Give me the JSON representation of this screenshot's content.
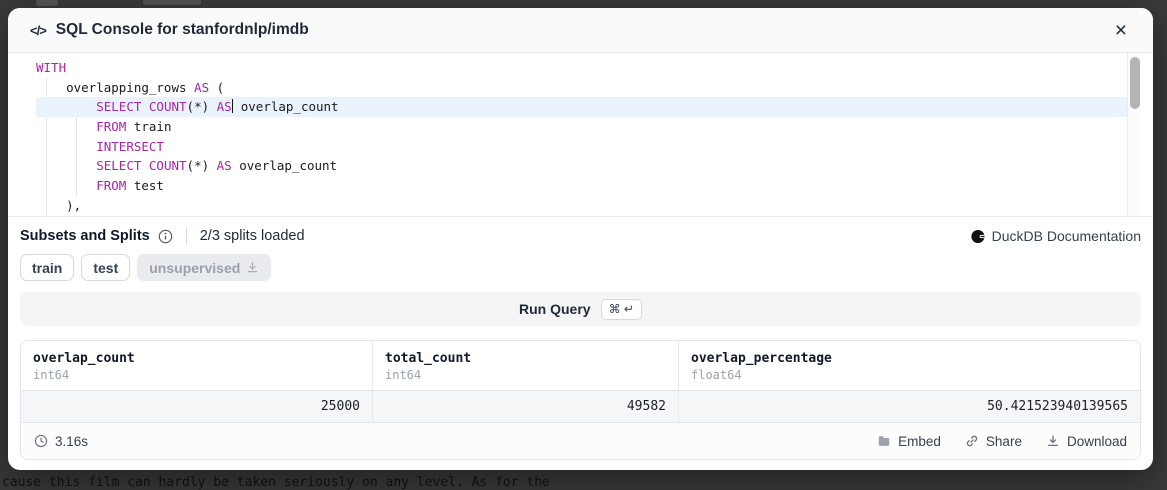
{
  "modal": {
    "title": "SQL Console for stanfordnlp/imdb",
    "close_label": "×",
    "code_glyph": "</>"
  },
  "editor": {
    "lines": [
      {
        "s0": "WITH"
      },
      {
        "s0": "    overlapping_rows ",
        "s1": "AS",
        "s2": " ("
      },
      {
        "s0": "        ",
        "s1": "SELECT",
        "s2": " ",
        "s3": "COUNT",
        "s4": "(*) ",
        "s5": "AS",
        "s6": " overlap_count"
      },
      {
        "s0": "        ",
        "s1": "FROM",
        "s2": " train"
      },
      {
        "s0": "        ",
        "s1": "INTERSECT"
      },
      {
        "s0": "        ",
        "s1": "SELECT",
        "s2": " ",
        "s3": "COUNT",
        "s4": "(*) ",
        "s5": "AS",
        "s6": " overlap_count"
      },
      {
        "s0": "        ",
        "s1": "FROM",
        "s2": " test"
      },
      {
        "s0": "    ),"
      }
    ],
    "keyword_color": "#a626a4",
    "active_line_color": "#eaf3fc"
  },
  "splits": {
    "label": "Subsets and Splits",
    "status": "2/3 splits loaded",
    "tags": {
      "t0": "train",
      "t1": "test",
      "t2": "unsupervised"
    }
  },
  "docs_link": {
    "label": "DuckDB Documentation"
  },
  "run_query": {
    "label": "Run Query",
    "shortcut": "⌘ ↵"
  },
  "results": {
    "columns": [
      {
        "name": "overlap_count",
        "type": "int64",
        "value": "25000"
      },
      {
        "name": "total_count",
        "type": "int64",
        "value": "49582"
      },
      {
        "name": "overlap_percentage",
        "type": "float64",
        "value": "50.421523940139565"
      }
    ],
    "elapsed": "3.16s",
    "actions": {
      "embed": "Embed",
      "share": "Share",
      "download": "Download"
    }
  },
  "backdrop": {
    "dimmed_text": "cause this film can hardly be taken seriously on any level. As for the"
  }
}
